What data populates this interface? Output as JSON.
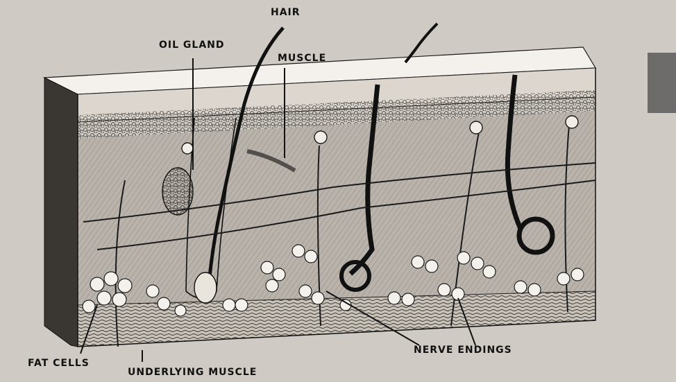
{
  "labels": {
    "hair": "HAIR",
    "oil_gland": "OIL GLAND",
    "muscle": "MUSCLE",
    "nerve_endings": "NERVE ENDINGS",
    "fat_cells": "FAT CELLS",
    "underlying_muscle": "UNDERLYING MUSCLE"
  },
  "colors": {
    "paper": "#cfcac3",
    "skin_surface": "#f4f1ec",
    "ink": "#1a1a1a",
    "dermis": "#b9b3ab",
    "side_face": "#3a3733",
    "corner_block": "#6e6c6a"
  }
}
